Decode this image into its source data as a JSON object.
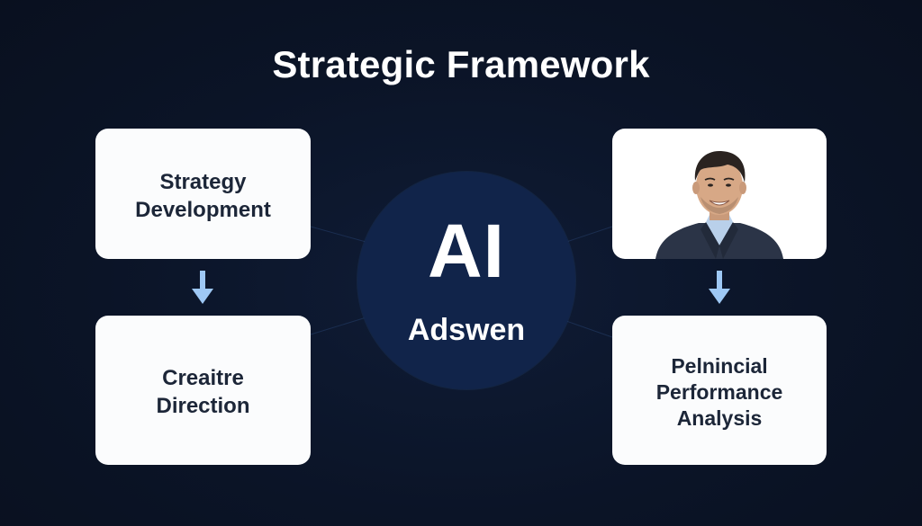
{
  "title": "Strategic Framework",
  "hub": {
    "main_label": "AI",
    "sub_label": "Adswen"
  },
  "cards": {
    "top_left": {
      "lines": [
        "Strategy",
        "Development"
      ]
    },
    "bottom_left": {
      "lines": [
        "Creaitre",
        "Direction"
      ]
    },
    "top_right": {
      "image": "portrait-photo-smiling-man-in-suit"
    },
    "bottom_right": {
      "lines": [
        "Pelnincial",
        "Performance",
        "Analysis"
      ]
    }
  },
  "arrows": {
    "left": "arrow-down",
    "right": "arrow-down"
  },
  "colors": {
    "background": "#0b1427",
    "hub_fill": "#11244a",
    "card_fill": "#fbfcfd",
    "card_text": "#1c2638",
    "arrow": "#9ec8f5",
    "title_text": "#ffffff"
  }
}
